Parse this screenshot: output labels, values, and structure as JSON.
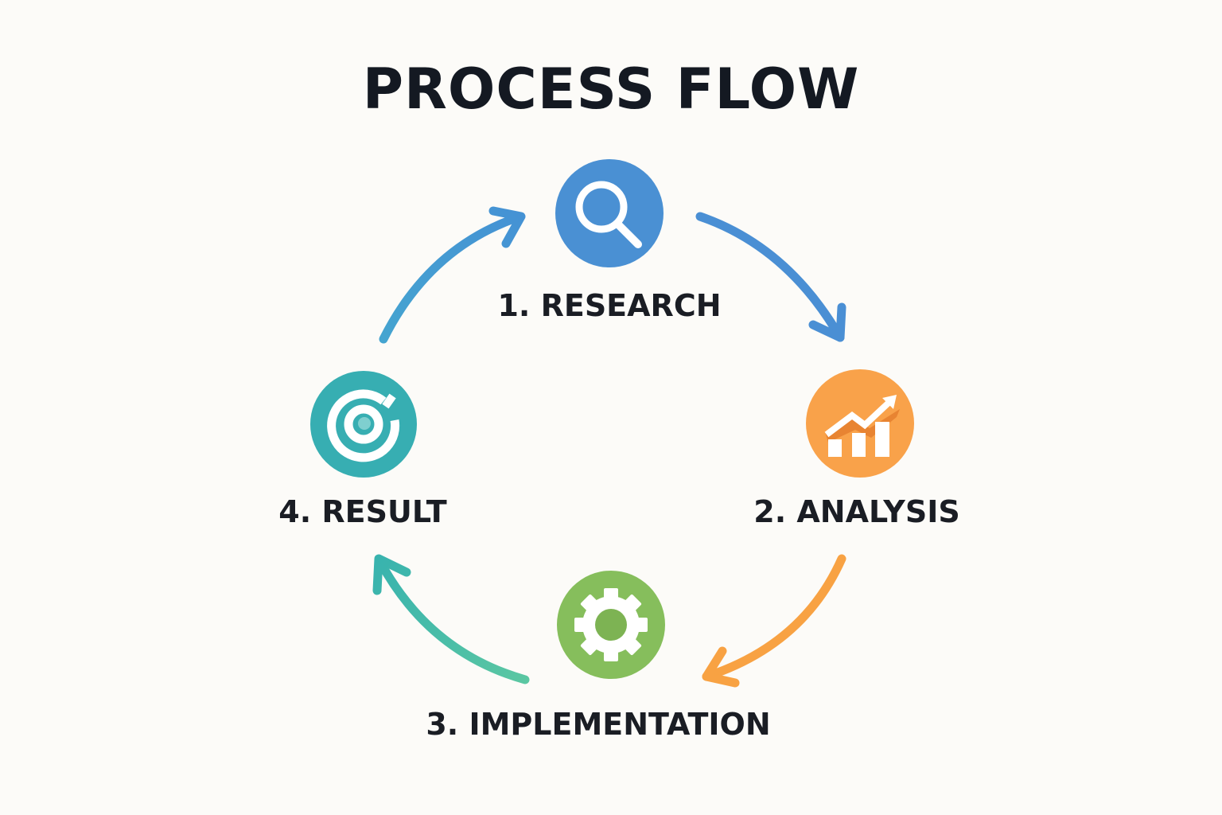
{
  "title": "PROCESS FLOW",
  "steps": [
    {
      "label": "1. RESEARCH",
      "icon": "search-icon",
      "color": "#4A90D3"
    },
    {
      "label": "2. ANALYSIS",
      "icon": "trending-chart-icon",
      "color": "#F9A24A"
    },
    {
      "label": "3. IMPLEMENTATION",
      "icon": "gear-icon",
      "color": "#86BE5C"
    },
    {
      "label": "4. RESULT",
      "icon": "target-icon",
      "color": "#37AEB2"
    }
  ],
  "arrows": [
    {
      "from": "1. RESEARCH",
      "to": "2. ANALYSIS",
      "color": "#4A90D3"
    },
    {
      "from": "2. ANALYSIS",
      "to": "3. IMPLEMENTATION",
      "color": "#F9A24A"
    },
    {
      "from": "3. IMPLEMENTATION",
      "to": "4. RESULT",
      "color": "#4FC1A0"
    },
    {
      "from": "4. RESULT",
      "to": "1. RESEARCH",
      "color": "#4A98D2"
    }
  ]
}
